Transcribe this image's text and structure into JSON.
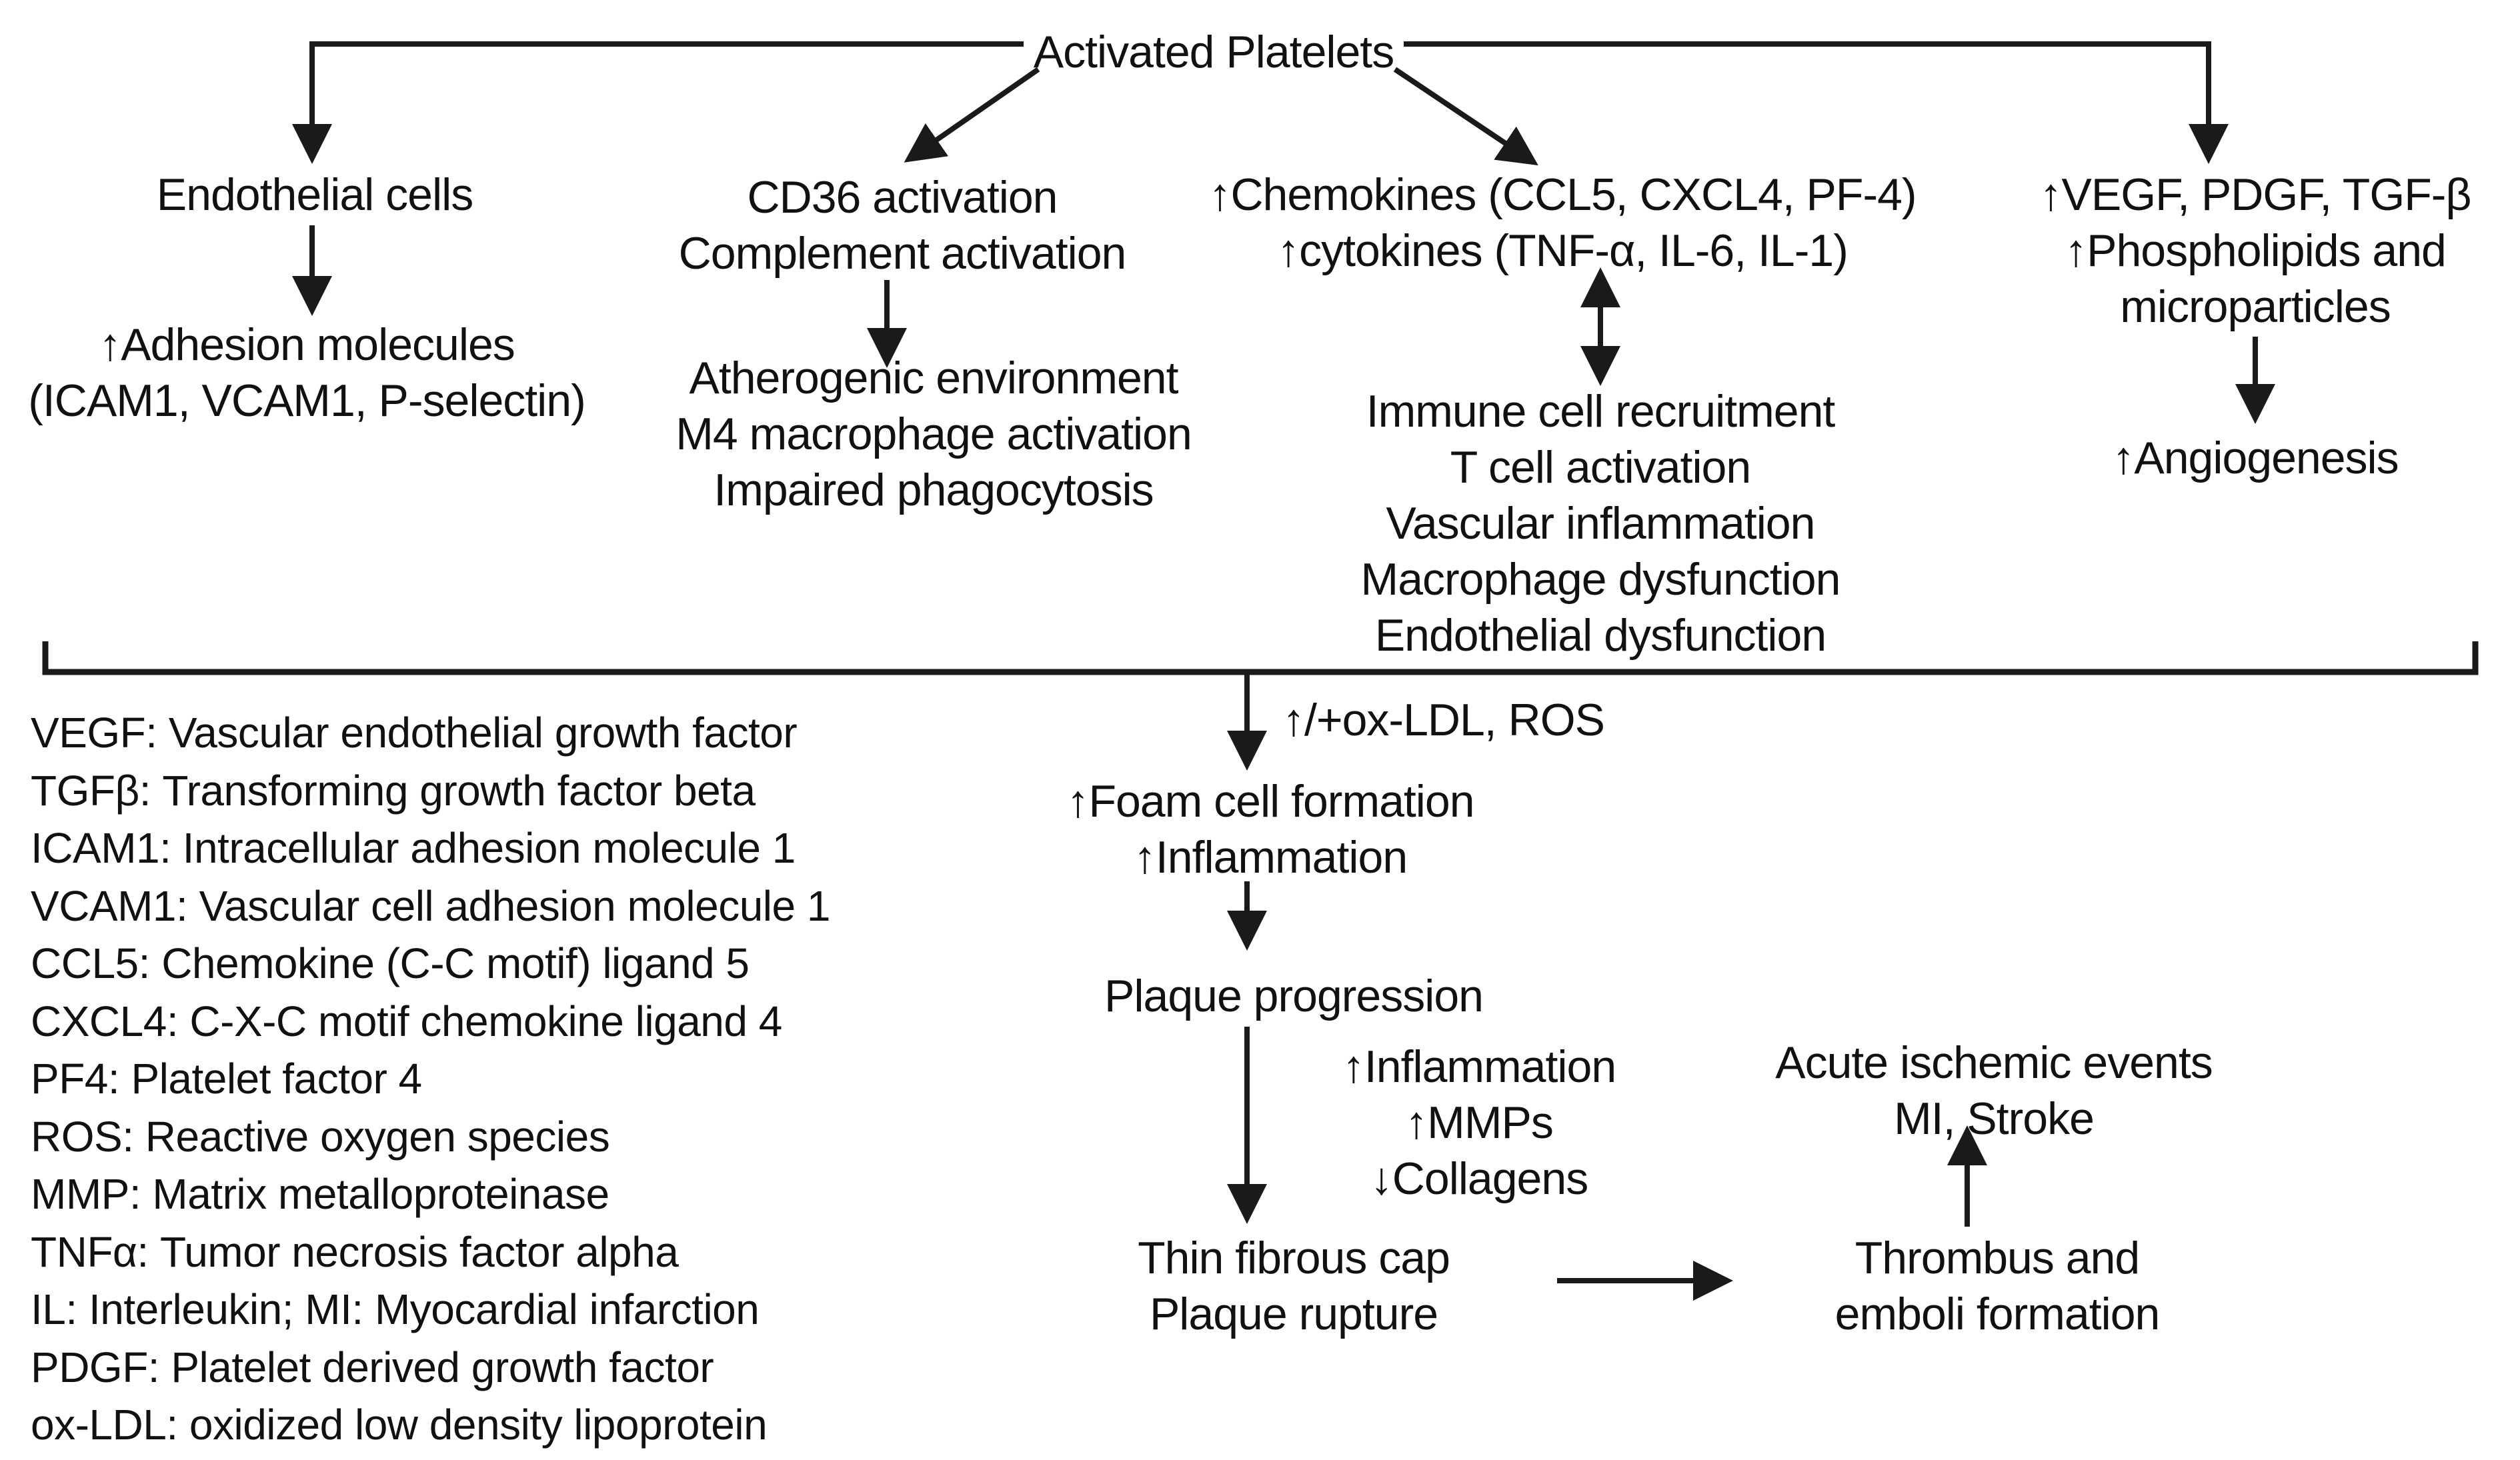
{
  "root": {
    "label": "Activated Platelets"
  },
  "branches": {
    "endothelial": {
      "node": "Endothelial cells",
      "effects": [
        "↑Adhesion molecules",
        "(ICAM1, VCAM1, P-selectin)"
      ]
    },
    "cd36": {
      "node": [
        "CD36 activation",
        "Complement activation"
      ],
      "effects": [
        "Atherogenic environment",
        "M4 macrophage activation",
        "Impaired phagocytosis"
      ]
    },
    "chemokines": {
      "node": [
        "↑Chemokines (CCL5, CXCL4, PF-4)",
        "↑cytokines (TNF-α, IL-6, IL-1)"
      ],
      "effects": [
        "Immune cell recruitment",
        "T cell activation",
        "Vascular inflammation",
        "Macrophage dysfunction",
        "Endothelial dysfunction"
      ]
    },
    "growth_factors": {
      "node": [
        "↑VEGF, PDGF, TGF-β",
        "↑Phospholipids and",
        "microparticles"
      ],
      "effects": [
        "↑Angiogenesis"
      ]
    }
  },
  "cascade": {
    "trigger": "↑/+ox-LDL, ROS",
    "foam": [
      "↑Foam cell formation",
      "↑Inflammation"
    ],
    "plaque_progression": "Plaque progression",
    "mediators": [
      "↑Inflammation",
      "↑MMPs",
      "↓Collagens"
    ],
    "thin_cap": [
      "Thin fibrous cap",
      "Plaque rupture"
    ],
    "thrombus": [
      "Thrombus and",
      "emboli formation"
    ],
    "acute_events": [
      "Acute ischemic events",
      "MI, Stroke"
    ]
  },
  "legend": {
    "items": [
      "VEGF: Vascular endothelial growth factor",
      "TGFβ: Transforming growth factor beta",
      "ICAM1: Intracellular adhesion molecule 1",
      "VCAM1: Vascular cell adhesion molecule 1",
      "CCL5: Chemokine (C-C motif) ligand 5",
      "CXCL4: C-X-C motif chemokine ligand 4",
      "PF4: Platelet factor 4",
      "ROS: Reactive oxygen species",
      "MMP: Matrix metalloproteinase",
      "TNFα: Tumor necrosis factor alpha",
      "IL: Interleukin; MI: Myocardial infarction",
      "PDGF: Platelet derived growth factor",
      "ox-LDL: oxidized low density lipoprotein"
    ]
  },
  "colors": {
    "ink": "#1a1a1a",
    "background": "#ffffff"
  }
}
